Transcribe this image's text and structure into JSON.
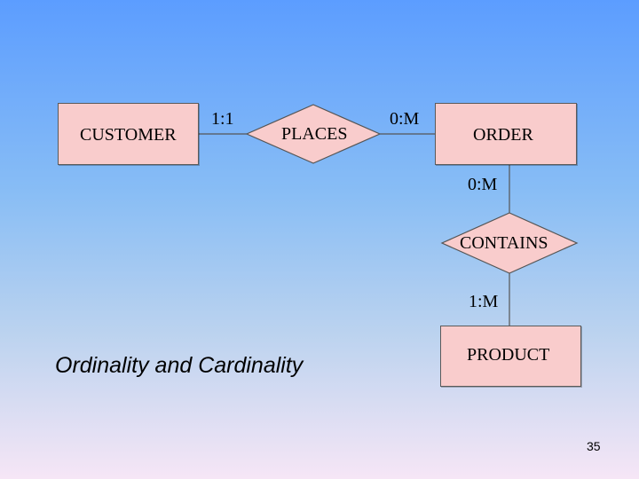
{
  "entities": {
    "customer": "CUSTOMER",
    "order": "ORDER",
    "product": "PRODUCT"
  },
  "relationships": {
    "places": "PLACES",
    "contains": "CONTAINS"
  },
  "cardinalities": {
    "customer_places": "1:1",
    "places_order": "0:M",
    "order_contains": "0:M",
    "contains_product": "1:M"
  },
  "caption": "Ordinality and Cardinality",
  "page_number": "35",
  "colors": {
    "entity_fill": "#f9cccc",
    "background_top": "#5c9dff",
    "background_bottom": "#f6e6f6"
  }
}
